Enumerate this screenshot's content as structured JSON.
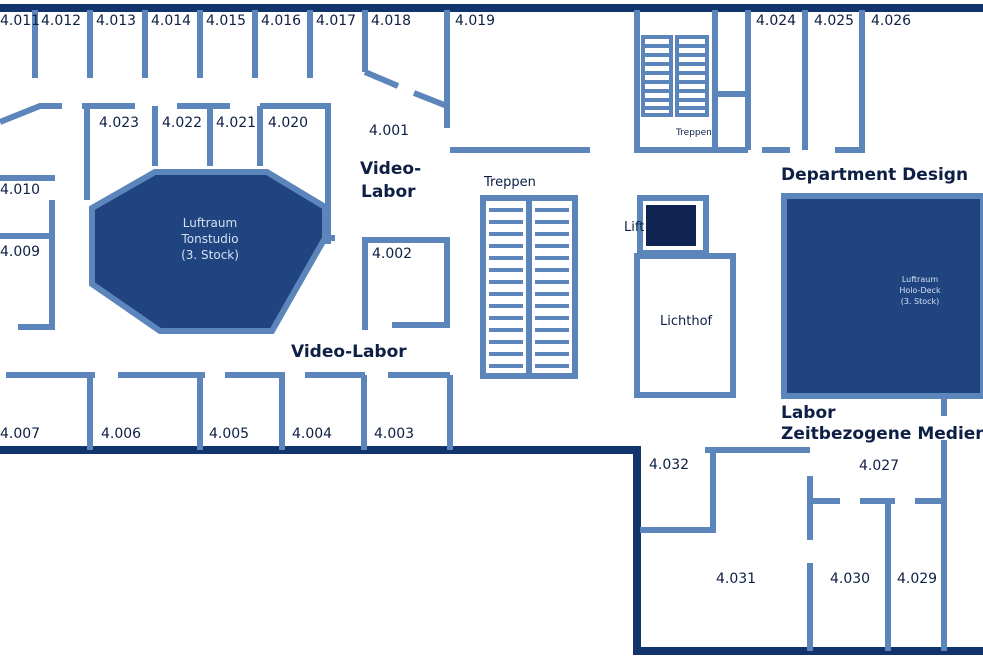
{
  "rooms": {
    "r4011": "4.011",
    "r4012": "4.012",
    "r4013": "4.013",
    "r4014": "4.014",
    "r4015": "4.015",
    "r4016": "4.016",
    "r4017": "4.017",
    "r4018": "4.018",
    "r4019": "4.019",
    "r4024": "4.024",
    "r4025": "4.025",
    "r4026": "4.026",
    "r4023": "4.023",
    "r4022": "4.022",
    "r4021": "4.021",
    "r4020": "4.020",
    "r4001": "4.001",
    "r4010": "4.010",
    "r4009": "4.009",
    "r4002": "4.002",
    "r4007": "4.007",
    "r4006": "4.006",
    "r4005": "4.005",
    "r4004": "4.004",
    "r4003": "4.003",
    "r4032": "4.032",
    "r4027": "4.027",
    "r4031": "4.031",
    "r4030": "4.030",
    "r4029": "4.029"
  },
  "areas": {
    "video_labor_a1": "Video-",
    "video_labor_a2": "Labor",
    "video_labor_b": "Video-Labor",
    "department_design": "Department Design",
    "labor_zeit_1": "Labor",
    "labor_zeit_2": "Zeitbezogene Medien",
    "treppen_center": "Treppen",
    "treppen_top": "Treppen",
    "lift": "Lift",
    "lichthof": "Lichthof"
  },
  "voids": {
    "tonstudio": [
      "Luftraum",
      "Tonstudio",
      "(3. Stock)"
    ],
    "holodeck": [
      "Luftraum",
      "Holo-Deck",
      "(3. Stock)"
    ]
  },
  "colors": {
    "wall": "#5b85bb",
    "outer_wall": "#12346c",
    "void_fill": "#1f4480",
    "lift_fill": "#0f2452",
    "label": "#0d1f44"
  }
}
